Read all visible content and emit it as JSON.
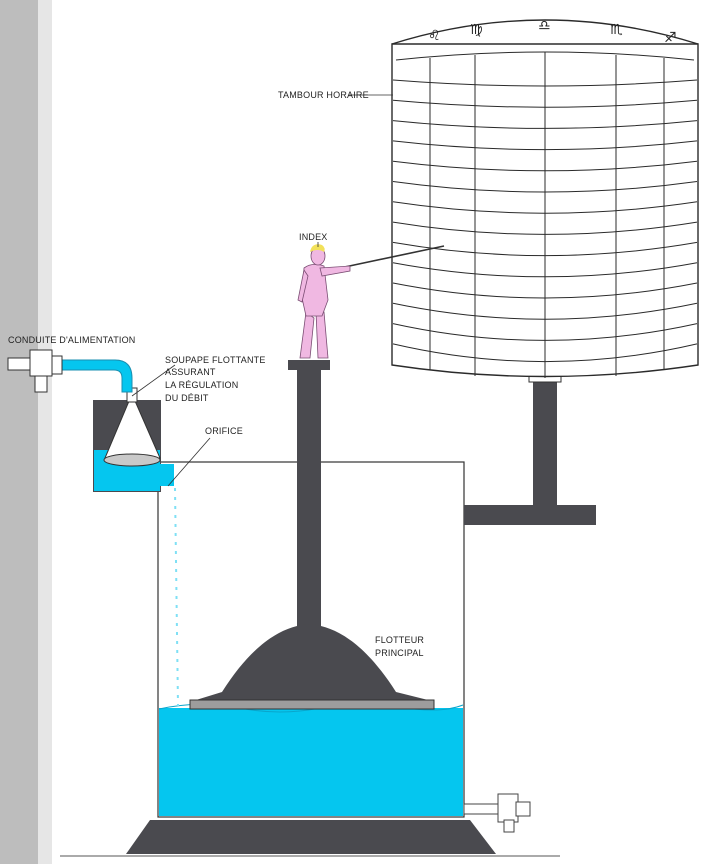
{
  "labels": {
    "tambour": "TAMBOUR HORAIRE",
    "index": "INDEX",
    "conduite": "CONDUITE D'ALIMENTATION",
    "soupape_1": "SOUPAPE FLOTTANTE",
    "soupape_2": "ASSURANT",
    "soupape_3": "LA RÉGULATION",
    "soupape_4": "DU DÉBIT",
    "orifice": "ORIFICE",
    "flotteur_1": "FLOTTEUR",
    "flotteur_2": "PRINCIPAL"
  },
  "zodiac_signs": [
    "♌",
    "♍",
    "♎",
    "♏",
    "♐"
  ],
  "colors": {
    "water": "#05c6ef",
    "metal": "#4a4a4f",
    "figure": "#f0b8e2",
    "hair": "#f2e15a",
    "drum_line": "#2b2b2b",
    "left_edge": "#bdbdbd"
  }
}
